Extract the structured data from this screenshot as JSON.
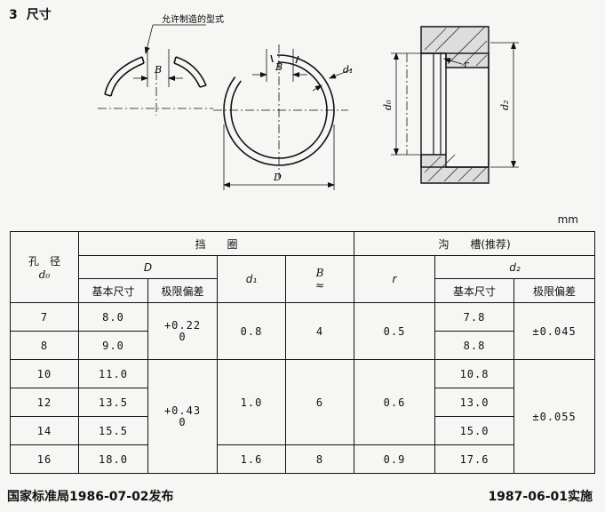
{
  "section": {
    "number": "3",
    "title": "尺寸"
  },
  "figure": {
    "callout": "允许制造的型式",
    "labels": {
      "B": "B",
      "d1": "d₁",
      "D": "D",
      "r": "r",
      "d0": "d₀",
      "d2": "d₂"
    }
  },
  "unit": "mm",
  "table": {
    "header": {
      "hole": "孔　径",
      "hole_symbol": "d₀",
      "ring": "挡　　圈",
      "groove": "沟　　槽(推荐)",
      "D": "D",
      "d1": "d₁",
      "B": "B",
      "B_approx": "≈",
      "r": "r",
      "d2": "d₂",
      "basic": "基本尺寸",
      "deviation": "极限偏差"
    },
    "rows": [
      {
        "d0": "7",
        "D": "8.0",
        "d2": "7.8"
      },
      {
        "d0": "8",
        "D": "9.0",
        "d2": "8.8"
      },
      {
        "d0": "10",
        "D": "11.0",
        "d2": "10.8"
      },
      {
        "d0": "12",
        "D": "13.5",
        "d2": "13.0"
      },
      {
        "d0": "14",
        "D": "15.5",
        "d2": "15.0"
      },
      {
        "d0": "16",
        "D": "18.0",
        "d2": "17.6"
      }
    ],
    "D_tol_1": {
      "upper": "+0.22",
      "lower": "0"
    },
    "D_tol_2": {
      "upper": "+0.43",
      "lower": "0"
    },
    "d1_values": [
      "0.8",
      "1.0",
      "1.6"
    ],
    "B_values": [
      "4",
      "6",
      "8"
    ],
    "r_values": [
      "0.5",
      "0.6",
      "0.9"
    ],
    "d2_tol": [
      "±0.045",
      "±0.055"
    ]
  },
  "footer": {
    "issued": "国家标准局1986-07-02发布",
    "effective": "1987-06-01实施"
  }
}
